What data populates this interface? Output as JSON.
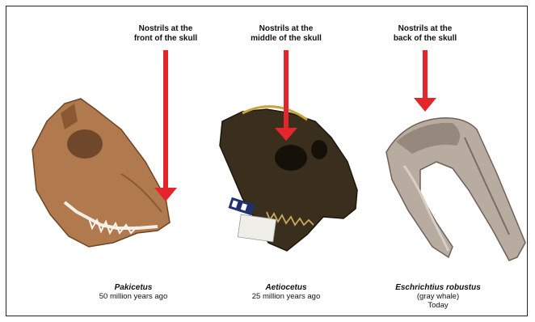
{
  "panels": [
    {
      "label_line1": "Nostrils at the",
      "label_line2": "front of the skull",
      "species": "Pakicetus",
      "age": "50 million years ago"
    },
    {
      "label_line1": "Nostrils at the",
      "label_line2": "middle of the skull",
      "species": "Aetiocetus",
      "age": "25 million years ago"
    },
    {
      "label_line1": "Nostrils at the",
      "label_line2": "back of the skull",
      "species": "Eschrichtius robustus",
      "common_name": "(gray whale)",
      "age": "Today"
    }
  ],
  "colors": {
    "arrow": "#e3262b",
    "border": "#222222"
  }
}
